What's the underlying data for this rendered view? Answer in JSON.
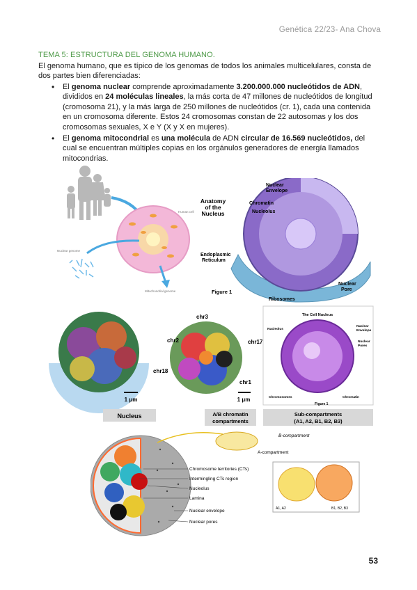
{
  "header": {
    "text": "Genética 22/23- Ana Chova"
  },
  "title": "TEMA 5: ESTRUCTURA DEL GENOMA HUMANO.",
  "intro": "El genoma humano, que es típico de los genomas de todos los animales multicelulares, consta de dos partes bien diferenciadas:",
  "bullet1": {
    "p1": "El ",
    "b1": "genoma nuclear",
    "p2": " comprende aproximadamente ",
    "b2": "3.200.000.000 nucleótidos de ADN",
    "p3": ", divididos en ",
    "b3": "24 moléculas lineales",
    "p4": ", la más corta de 47 millones de nucleótidos de longitud (cromosoma 21), y la más larga de 250 millones de nucleótidos (cr. 1), cada una contenida en un cromosoma diferente. Estos 24 cromosomas constan de 22 autosomas y los dos cromosomas sexuales, X e Y (X y X en mujeres)."
  },
  "bullet2": {
    "p1": "El ",
    "b1": "genoma mitocondrial",
    "p2": " es ",
    "b2": "una molécula",
    "p3": " de ADN ",
    "b3": "circular de 16.569 nucleótidos,",
    "p4": " del cual se encuentran múltiples copias en los orgánulos generadores de energía llamados mitocondrias."
  },
  "fig1": {
    "human_cell": "Human cell",
    "nuclear_genome": "Nuclear genome",
    "mito_genome": "Mitochondrial genome"
  },
  "fig2": {
    "title_line1": "Anatomy",
    "title_line2": "of the",
    "title_line3": "Nucleus",
    "nuclear_envelope_1": "Nuclear",
    "nuclear_envelope_2": "Envelope",
    "chromatin": "Chromatin",
    "nucleolus": "Nucleolus",
    "er_1": "Endoplasmic",
    "er_2": "Reticulum",
    "ribosomes": "Ribosomes",
    "pore_1": "Nuclear",
    "pore_2": "Pore",
    "figure": "Figure 1"
  },
  "fig3": {
    "scale1": "1 μm",
    "nucleus_label": "Nucleus",
    "chr3": "chr3",
    "chr2": "chr2",
    "chr17": "chr17",
    "chr18": "chr18",
    "chr1": "chr1",
    "scale2": "1 μm",
    "ab_1": "A/B chromatin",
    "ab_2": "compartments",
    "cell_nucleus_title": "The Cell Nucleus",
    "nucleolus": "Nucleolus",
    "envelope_1": "Nuclear",
    "envelope_2": "Envelope",
    "pores_1": "Nuclear",
    "pores_2": "Pores",
    "chromosomes": "Chromosomes",
    "chromatin": "Chromatin",
    "figure": "Figure 1",
    "sub_1": "Sub-compartments",
    "sub_2": "(A1, A2, B1, B2, B3)"
  },
  "fig4": {
    "b_comp": "B-compartment",
    "a_comp": "A-compartment",
    "ct": "Chromosome territories (CTs)",
    "inter": "Intermingling CTs region",
    "nucleolus": "Nucleolus",
    "lamina": "Lamina",
    "envelope": "Nuclear envelope",
    "pores": "Nuclear pores",
    "a1a2": "A1, A2",
    "b123": "B1, B2, B3"
  },
  "page_number": "53"
}
